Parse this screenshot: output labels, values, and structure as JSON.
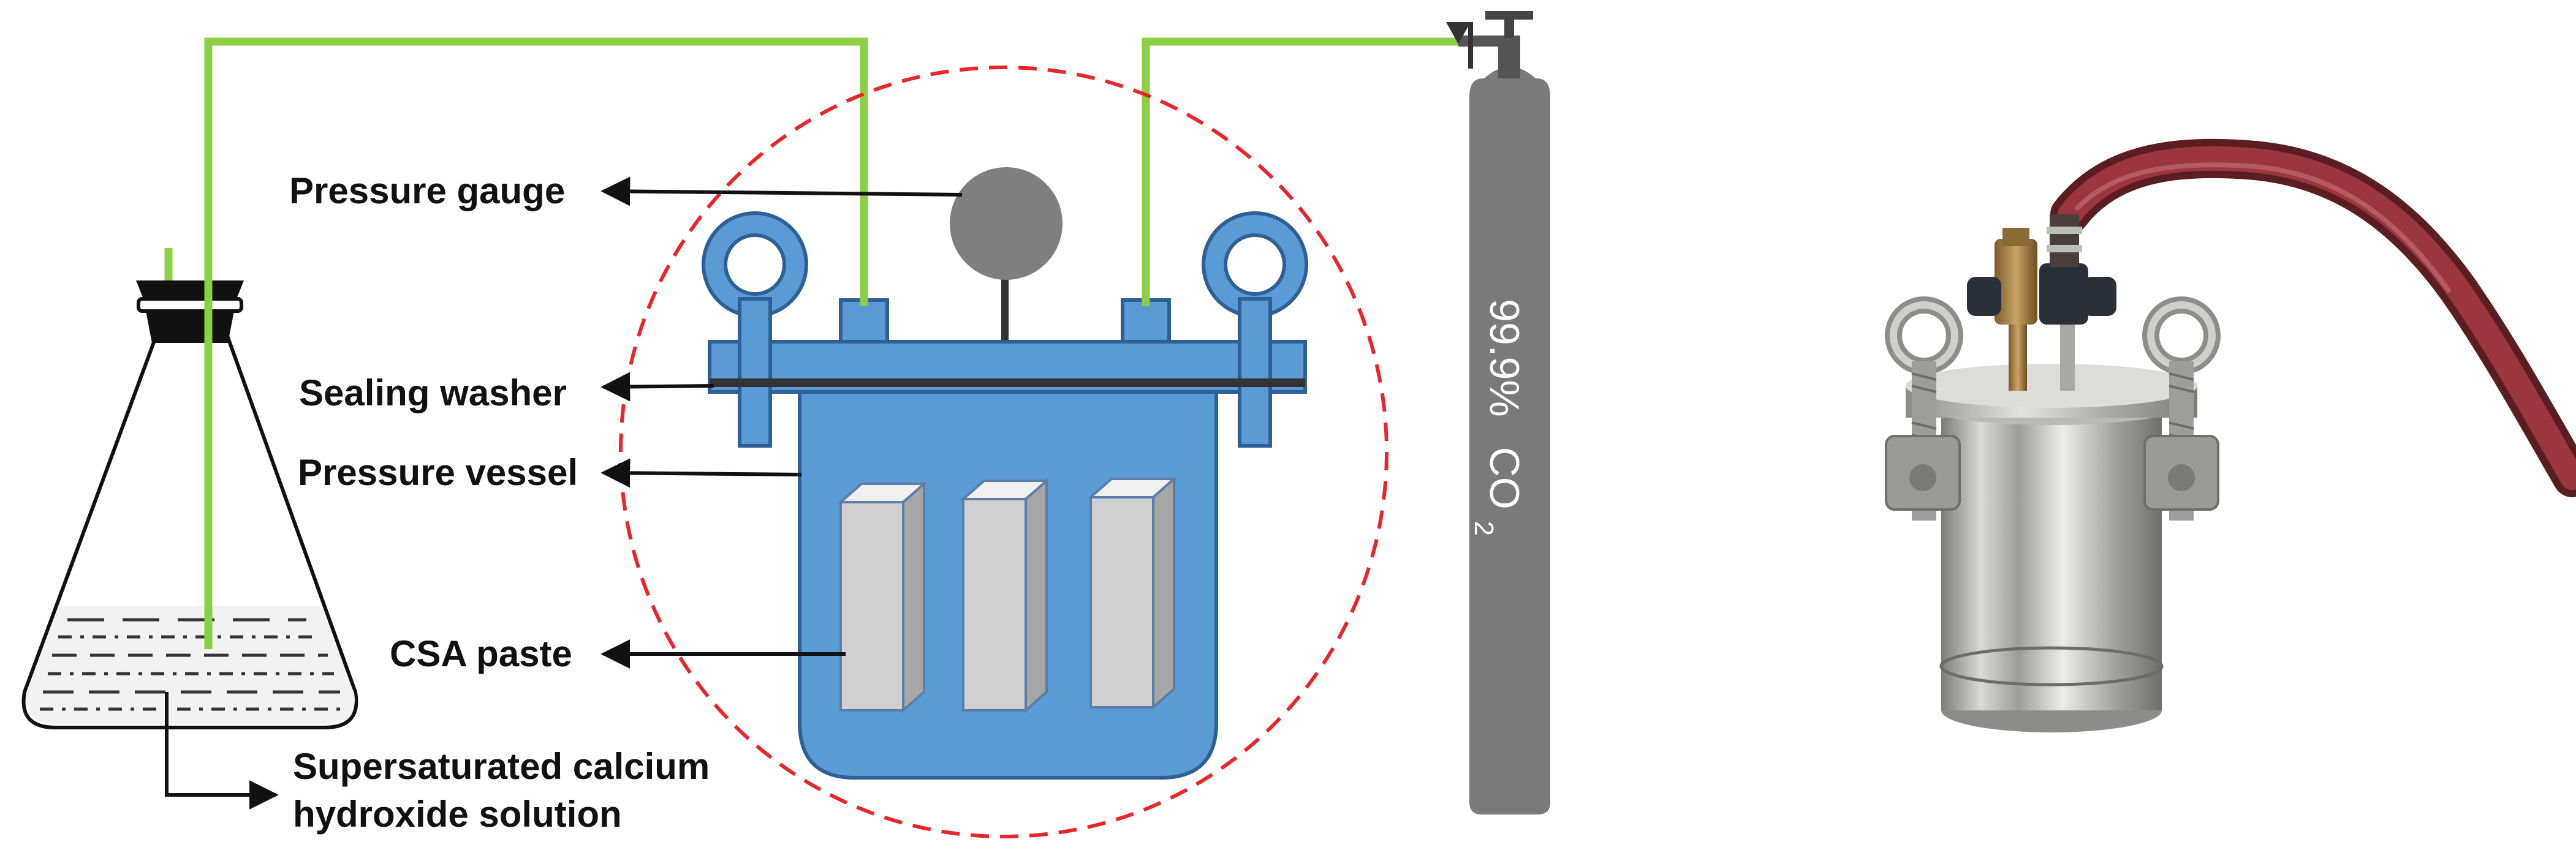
{
  "labels": {
    "pressure_gauge": "Pressure gauge",
    "sealing_washer": "Sealing washer",
    "pressure_vessel": "Pressure vessel",
    "csa_paste": "CSA paste",
    "solution_line1": "Supersaturated calcium",
    "solution_line2": "hydroxide solution"
  },
  "cylinder": {
    "purity": "99.9%",
    "gas_main": "CO",
    "gas_sub": "2"
  },
  "colors": {
    "tube_green": "#8ccf45",
    "vessel_blue": "#5b9bd5",
    "vessel_outline": "#2e5f95",
    "zoom_circle_red": "#e8252a",
    "cylinder_gray": "#7a7a7a",
    "gauge_gray": "#7f7f7f"
  }
}
